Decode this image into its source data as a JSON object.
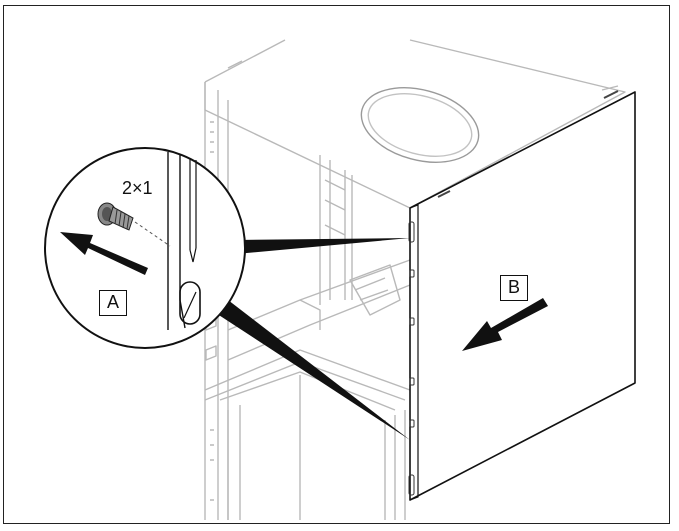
{
  "figure": {
    "screw_quantity": "2×1",
    "label_a": "A",
    "label_b": "B"
  },
  "colors": {
    "panel_fill": "#ffffff",
    "line_dark": "#111111",
    "line_light": "#b9b9b9",
    "line_mid": "#8a8a8a"
  },
  "icons": [
    "screw-icon",
    "arrow-icon"
  ]
}
